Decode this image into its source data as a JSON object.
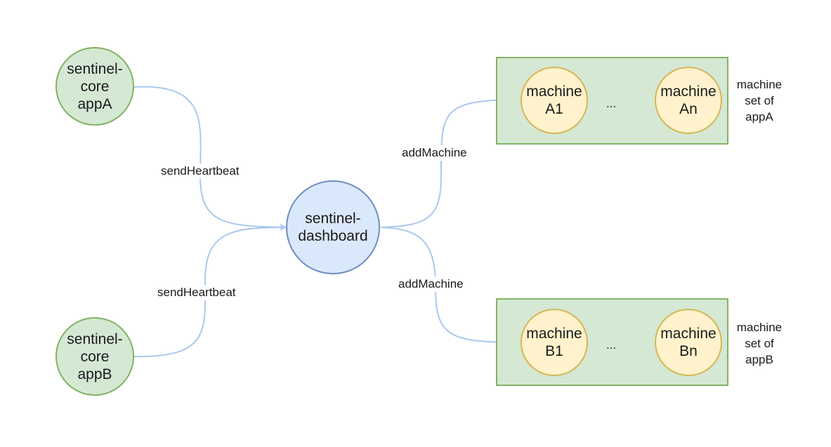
{
  "colors": {
    "core_fill": "#d5e8d4",
    "core_stroke": "#82b366",
    "dashboard_fill": "#dae8fc",
    "dashboard_stroke": "#6c8ebf",
    "machine_fill": "#fff2cc",
    "machine_stroke": "#d6b656",
    "edge": "#a9c8f0"
  },
  "nodes": {
    "core_a": [
      "sentinel-",
      "core",
      "appA"
    ],
    "core_b": [
      "sentinel-",
      "core",
      "appB"
    ],
    "dashboard": [
      "sentinel-",
      "dashboard"
    ],
    "machine_a1": [
      "machine",
      "A1"
    ],
    "machine_an": [
      "machine",
      "An"
    ],
    "machine_b1": [
      "machine",
      "B1"
    ],
    "machine_bn": [
      "machine",
      "Bn"
    ]
  },
  "ellipsis": "...",
  "edge_labels": {
    "heartbeat_a": "sendHeartbeat",
    "heartbeat_b": "sendHeartbeat",
    "add_machine_a": "addMachine",
    "add_machine_b": "addMachine"
  },
  "set_labels": {
    "set_a": [
      "machine",
      "set of",
      "appA"
    ],
    "set_b": [
      "machine",
      "set of",
      "appB"
    ]
  }
}
